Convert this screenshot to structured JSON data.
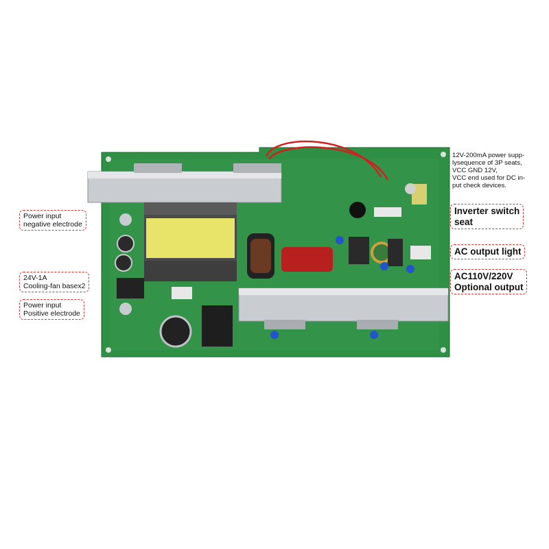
{
  "colors": {
    "pcb_green": "#2f8f45",
    "callout_border": "#e03030",
    "wire_red": "#d22020"
  },
  "callouts": {
    "neg_electrode": [
      "Power input",
      "negative electrode"
    ],
    "fan_base": [
      "24V-1A",
      "Cooling-fan basex2"
    ],
    "pos_electrode": [
      "Power input",
      "Positive electrode"
    ],
    "power_supply": [
      "12V-200mA power supp-",
      "lysequence of 3P seats,",
      "VCC GND 12V,",
      "VCC end used for DC in-",
      "put check devices."
    ],
    "inverter_switch": [
      "Inverter switch",
      "seat"
    ],
    "ac_light": [
      "AC output light"
    ],
    "ac_output": [
      "AC110V/220V",
      "Optional output"
    ]
  }
}
